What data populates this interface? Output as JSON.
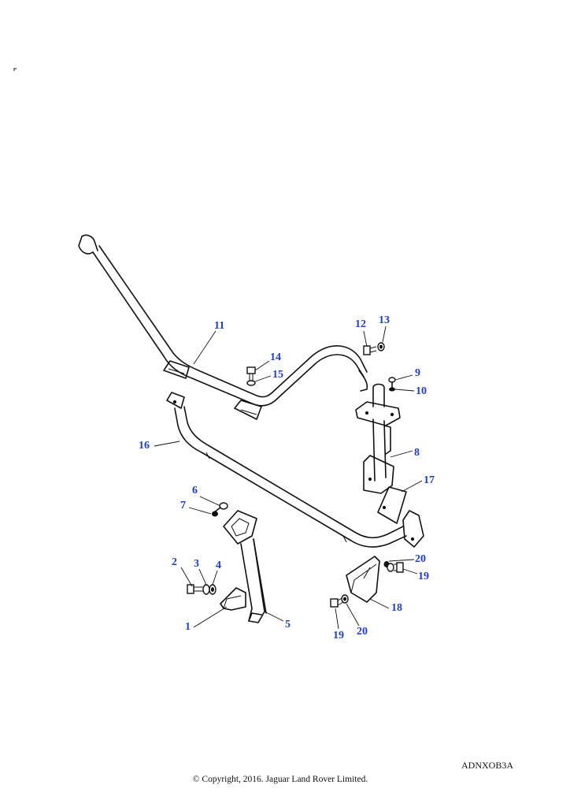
{
  "diagram": {
    "reference_code": "ADNXOB3A",
    "copyright": "© Copyright, 2016. Jaguar Land Rover Limited.",
    "callouts": [
      {
        "id": "c1",
        "label": "1"
      },
      {
        "id": "c2",
        "label": "2"
      },
      {
        "id": "c3",
        "label": "3"
      },
      {
        "id": "c4",
        "label": "4"
      },
      {
        "id": "c5",
        "label": "5"
      },
      {
        "id": "c6",
        "label": "6"
      },
      {
        "id": "c7",
        "label": "7"
      },
      {
        "id": "c8",
        "label": "8"
      },
      {
        "id": "c9",
        "label": "9"
      },
      {
        "id": "c10",
        "label": "10"
      },
      {
        "id": "c11",
        "label": "11"
      },
      {
        "id": "c12",
        "label": "12"
      },
      {
        "id": "c13",
        "label": "13"
      },
      {
        "id": "c14",
        "label": "14"
      },
      {
        "id": "c15",
        "label": "15"
      },
      {
        "id": "c16",
        "label": "16"
      },
      {
        "id": "c17",
        "label": "17"
      },
      {
        "id": "c18",
        "label": "18"
      },
      {
        "id": "c19a",
        "label": "19"
      },
      {
        "id": "c19b",
        "label": "19"
      },
      {
        "id": "c20a",
        "label": "20"
      },
      {
        "id": "c20b",
        "label": "20"
      }
    ],
    "callout_color": "#1f3fbf"
  }
}
